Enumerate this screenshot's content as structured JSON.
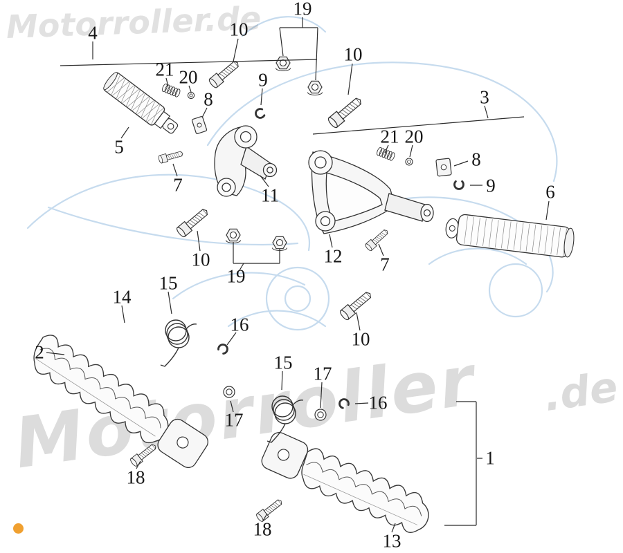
{
  "brand": {
    "top": "Motorroller.de",
    "diagonal": "Motorroller",
    "suffix": ".de"
  },
  "colors": {
    "sketch_blue": "#c6dbee",
    "watermark_gray": "#d9d9d9",
    "accent_dot": "#f0a030",
    "line_ink": "#2b2b2b"
  },
  "diagram": {
    "type": "exploded-parts-diagram",
    "subject": "footrest / footpeg assembly",
    "part_numbers_visible": [
      "1",
      "2",
      "3",
      "4",
      "5",
      "6",
      "7",
      "8",
      "9",
      "10",
      "11",
      "12",
      "13",
      "14",
      "15",
      "16",
      "17",
      "18",
      "19",
      "20",
      "21"
    ]
  },
  "callouts": [
    {
      "label": "4"
    },
    {
      "label": "19"
    },
    {
      "label": "10"
    },
    {
      "label": "10"
    },
    {
      "label": "3"
    },
    {
      "label": "21"
    },
    {
      "label": "20"
    },
    {
      "label": "8"
    },
    {
      "label": "9"
    },
    {
      "label": "5"
    },
    {
      "label": "7"
    },
    {
      "label": "11"
    },
    {
      "label": "21"
    },
    {
      "label": "20"
    },
    {
      "label": "8"
    },
    {
      "label": "9"
    },
    {
      "label": "6"
    },
    {
      "label": "12"
    },
    {
      "label": "7"
    },
    {
      "label": "10"
    },
    {
      "label": "19"
    },
    {
      "label": "10"
    },
    {
      "label": "2"
    },
    {
      "label": "14"
    },
    {
      "label": "15"
    },
    {
      "label": "16"
    },
    {
      "label": "17"
    },
    {
      "label": "15"
    },
    {
      "label": "17"
    },
    {
      "label": "16"
    },
    {
      "label": "1"
    },
    {
      "label": "18"
    },
    {
      "label": "18"
    },
    {
      "label": "13"
    }
  ]
}
